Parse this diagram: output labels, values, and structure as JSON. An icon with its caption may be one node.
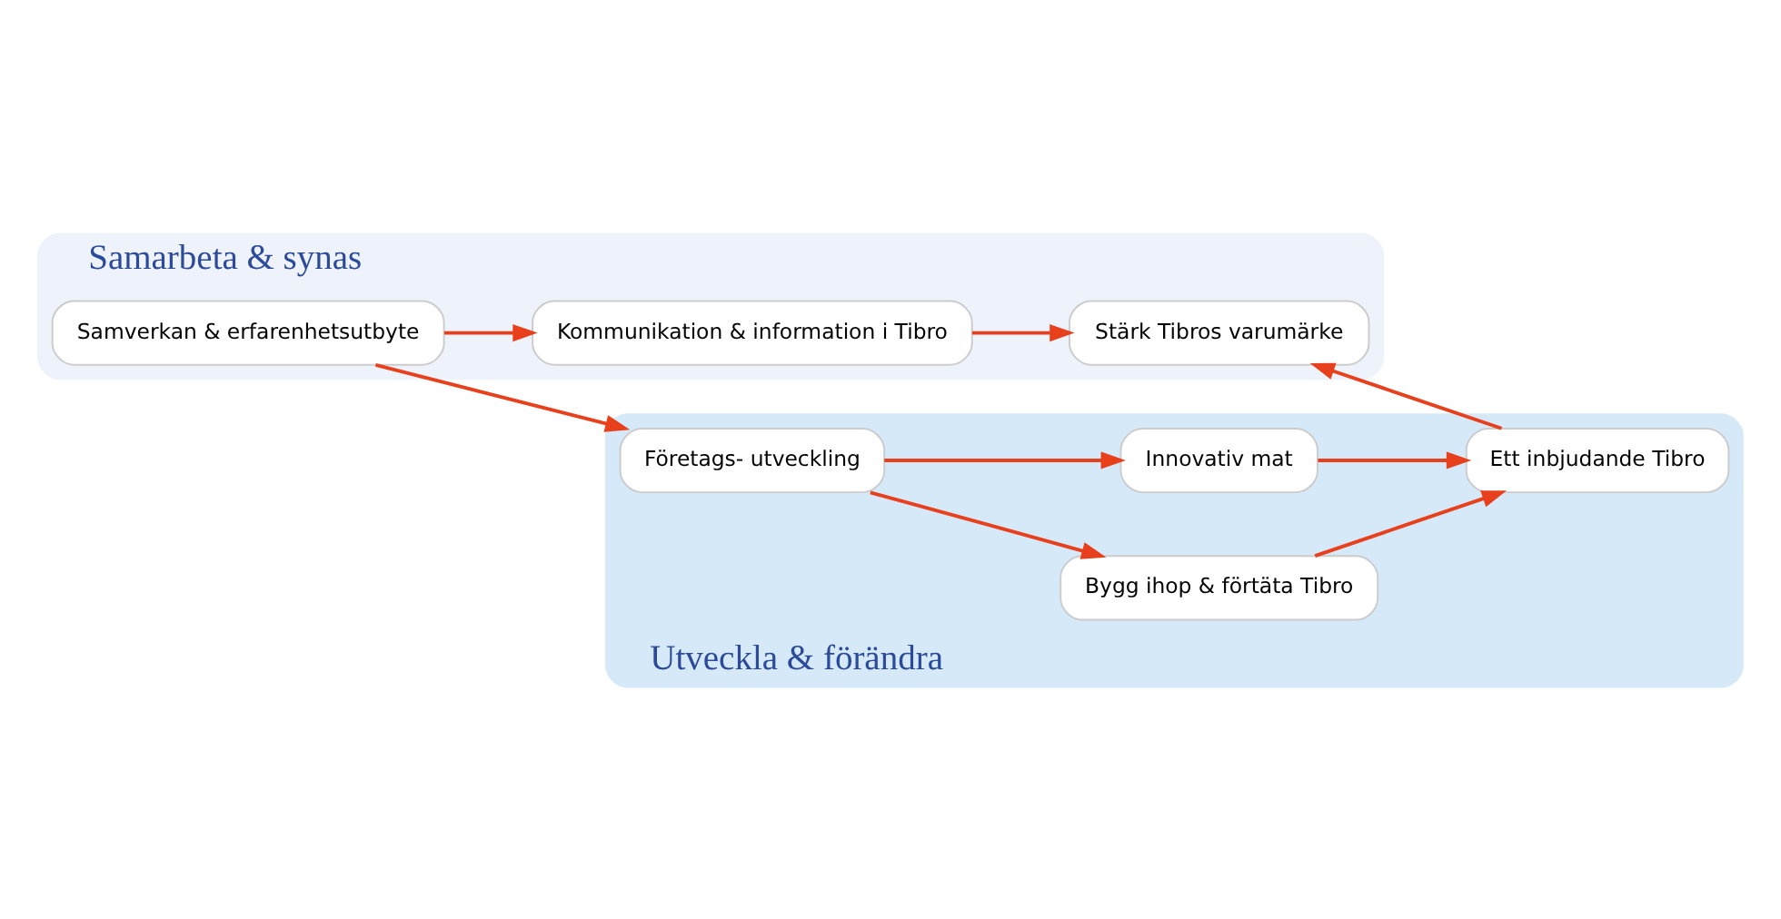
{
  "diagram": {
    "nodes": [
      {
        "text": [
          "Samarbeta & synas"
        ]
      },
      {
        "text": [
          "Samverkan & erfarenhetsutbyte"
        ],
        "in": 0
      },
      {
        "text": [
          "Kommunikation & information i Tibro"
        ],
        "in": 0
      },
      {
        "text": [
          "Stärk Tibros varumärke"
        ],
        "in": 0
      },
      {
        "text": [
          "Utveckla & förändra"
        ]
      },
      {
        "text": [
          "Företags- utveckling"
        ],
        "in": 4
      },
      {
        "text": [
          "Bygg ihop & förtäta Tibro"
        ],
        "in": 4
      },
      {
        "text": [
          "Innovativ mat"
        ],
        "in": 4
      },
      {
        "text": [
          "Ett inbjudande Tibro"
        ],
        "in": 4
      }
    ],
    "edges": [
      {
        "from": 1,
        "to": 2,
        "arrow": "to"
      },
      {
        "from": 2,
        "to": 3,
        "arrow": "to"
      },
      {
        "from": 1,
        "to": 5,
        "arrow": "to"
      },
      {
        "from": 5,
        "to": 6,
        "arrow": "to"
      },
      {
        "from": 5,
        "to": 7,
        "arrow": "to"
      },
      {
        "from": 6,
        "to": 8,
        "arrow": "to"
      },
      {
        "from": 7,
        "to": 8,
        "arrow": "to"
      },
      {
        "from": 8,
        "to": 3,
        "arrow": "to"
      }
    ]
  }
}
